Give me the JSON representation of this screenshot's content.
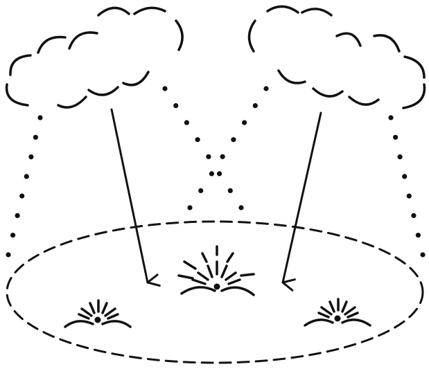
{
  "diagram": {
    "clouds": [
      {
        "name": "cloud-left"
      },
      {
        "name": "cloud-right"
      }
    ],
    "arrows": [
      {
        "name": "arrow-left",
        "from": "cloud-left",
        "to": "ellipse-interior"
      },
      {
        "name": "arrow-right",
        "from": "cloud-right",
        "to": "ellipse-interior"
      }
    ],
    "sprouts": [
      {
        "name": "sprout-center"
      },
      {
        "name": "sprout-left"
      },
      {
        "name": "sprout-right"
      }
    ],
    "colors": {
      "ink": "#111111",
      "background": "#ffffff"
    }
  }
}
